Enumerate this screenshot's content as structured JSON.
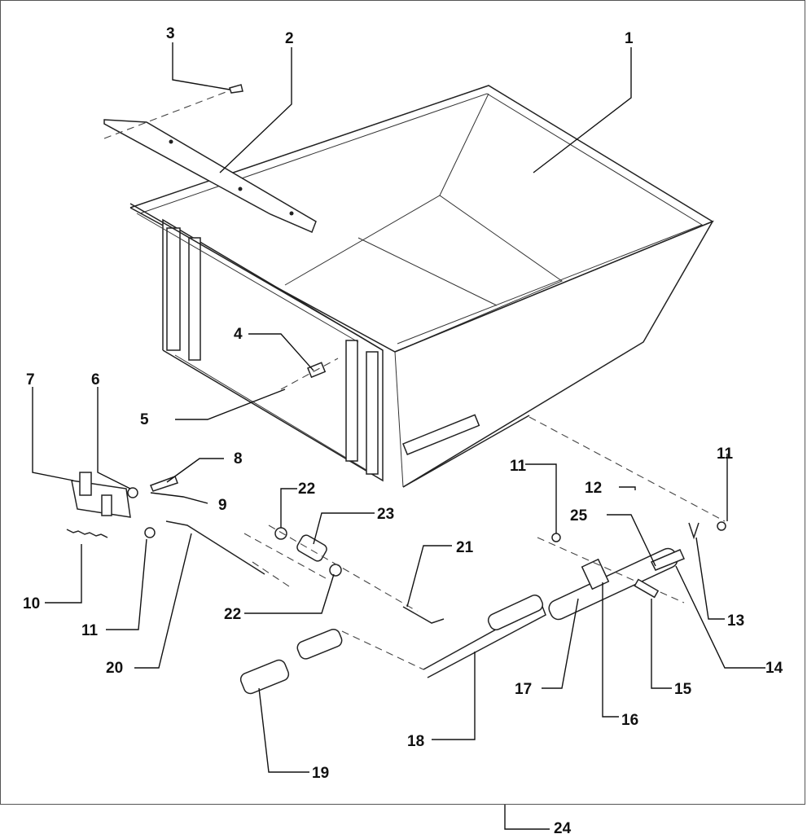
{
  "diagram": {
    "callouts": [
      {
        "id": "1",
        "label": "1"
      },
      {
        "id": "2",
        "label": "2"
      },
      {
        "id": "3",
        "label": "3"
      },
      {
        "id": "4",
        "label": "4"
      },
      {
        "id": "5",
        "label": "5"
      },
      {
        "id": "6",
        "label": "6"
      },
      {
        "id": "7",
        "label": "7"
      },
      {
        "id": "8",
        "label": "8"
      },
      {
        "id": "9",
        "label": "9"
      },
      {
        "id": "10",
        "label": "10"
      },
      {
        "id": "11a",
        "label": "11"
      },
      {
        "id": "11b",
        "label": "11"
      },
      {
        "id": "11c",
        "label": "11"
      },
      {
        "id": "12",
        "label": "12"
      },
      {
        "id": "13",
        "label": "13"
      },
      {
        "id": "14",
        "label": "14"
      },
      {
        "id": "15",
        "label": "15"
      },
      {
        "id": "16",
        "label": "16"
      },
      {
        "id": "17",
        "label": "17"
      },
      {
        "id": "18",
        "label": "18"
      },
      {
        "id": "19",
        "label": "19"
      },
      {
        "id": "20",
        "label": "20"
      },
      {
        "id": "21",
        "label": "21"
      },
      {
        "id": "22a",
        "label": "22"
      },
      {
        "id": "22b",
        "label": "22"
      },
      {
        "id": "23",
        "label": "23"
      },
      {
        "id": "24",
        "label": "24"
      },
      {
        "id": "25",
        "label": "25"
      }
    ]
  }
}
